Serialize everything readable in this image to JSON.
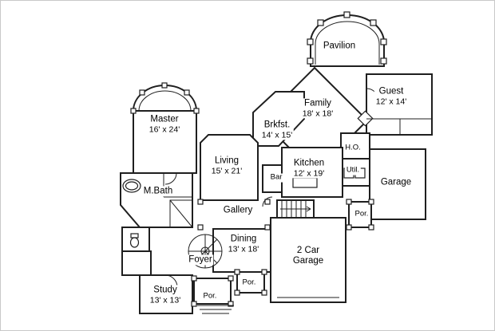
{
  "plan": {
    "type": "house-floor-plan",
    "colors": {
      "wall": "#1f1f1f",
      "background": "#ffffff"
    }
  },
  "rooms": [
    {
      "id": "pavilion",
      "label": "Pavilion"
    },
    {
      "id": "guest",
      "label": "Guest",
      "sublabel": "12' x 14'"
    },
    {
      "id": "family",
      "label": "Family",
      "sublabel": "18' x 18'"
    },
    {
      "id": "master",
      "label": "Master",
      "sublabel": "16' x 24'"
    },
    {
      "id": "breakfast",
      "label": "Brkfst.",
      "sublabel": "14' x 15'"
    },
    {
      "id": "home-office",
      "label": "H.O."
    },
    {
      "id": "living",
      "label": "Living",
      "sublabel": "15' x 21'"
    },
    {
      "id": "kitchen",
      "label": "Kitchen",
      "sublabel": "12' x 19'"
    },
    {
      "id": "bar",
      "label": "Bar"
    },
    {
      "id": "utility",
      "label": "Util."
    },
    {
      "id": "garage",
      "label": "Garage"
    },
    {
      "id": "master-bath",
      "label": "M.Bath"
    },
    {
      "id": "gallery",
      "label": "Gallery"
    },
    {
      "id": "porch-right",
      "label": "Por."
    },
    {
      "id": "dining",
      "label": "Dining",
      "sublabel": "13' x 18'"
    },
    {
      "id": "two-car-garage",
      "label": "2 Car",
      "sublabel": "Garage"
    },
    {
      "id": "foyer",
      "label": "Foyer"
    },
    {
      "id": "study",
      "label": "Study",
      "sublabel": "13' x 13'"
    },
    {
      "id": "porch-front",
      "label": "Por."
    },
    {
      "id": "porch-entry",
      "label": "Por."
    }
  ]
}
